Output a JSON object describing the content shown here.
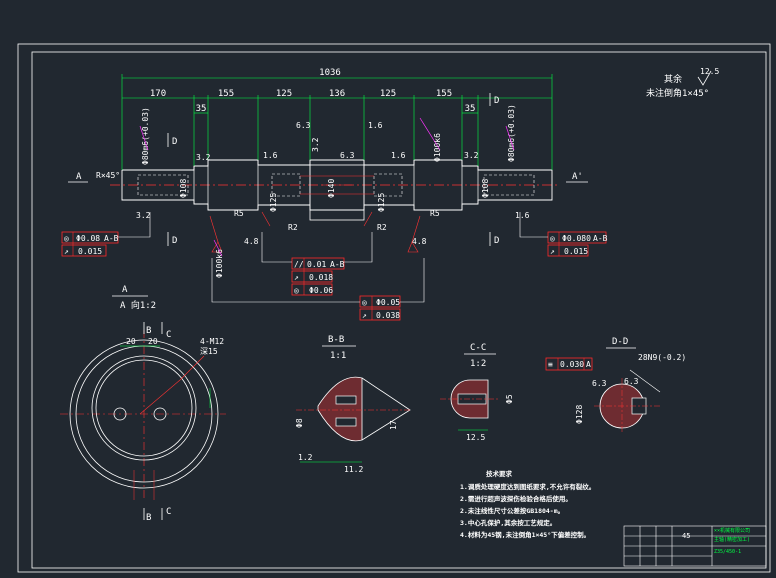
{
  "drawing": {
    "top_dims": [
      "170",
      "155",
      "125",
      "136",
      "125",
      "155"
    ],
    "overall_length": "1036",
    "left_step": "35",
    "right_step": "35",
    "roughness_legend": {
      "remainder": "其余",
      "chamfer_note": "未注倒角",
      "chamfer_value": "1×45°",
      "roughness_symbol": "12.5"
    },
    "chamfer_left": "R×45°",
    "section_labels": {
      "A_left": "A",
      "A_right": "A'",
      "A_view": "A",
      "A_view_scale": "A 向1:2",
      "D": "D",
      "B": "B",
      "C": "C",
      "BB_title": "B-B",
      "BB_scale": "1:1",
      "CC_title": "C-C",
      "CC_scale": "1:2",
      "DD_title": "D-D"
    },
    "vertical_dims_left": [
      "Φ80m6(+0.03)",
      "Φ108",
      "Φ100k6",
      "Φ125"
    ],
    "vertical_dims_right": [
      "Φ80m6(+0.03)",
      "Φ108",
      "Φ125",
      "Φ100k6"
    ],
    "center_dims": [
      "3.2",
      "Φ140"
    ],
    "roughness_marks": [
      "3.2",
      "1.6",
      "6.3",
      "1.6",
      "3.2",
      "6.3",
      "1.6",
      "3.2",
      "1.6"
    ],
    "radius_marks": [
      "R5",
      "R5",
      "R2",
      "R2",
      "4.8",
      "4.8"
    ],
    "tolerance_left": [
      {
        "sym": "◎",
        "val": "Φ0.08",
        "datum": "A-B"
      },
      {
        "sym": "↗",
        "val": "0.015",
        "datum": ""
      }
    ],
    "tolerance_right": [
      {
        "sym": "◎",
        "val": "Φ0.080",
        "datum": "A-B"
      },
      {
        "sym": "↗",
        "val": "0.015",
        "datum": ""
      }
    ],
    "tolerance_center": [
      {
        "sym": "//",
        "val": "0.01",
        "datum": "A-B"
      },
      {
        "sym": "↗",
        "val": "0.018",
        "datum": ""
      },
      {
        "sym": "◎",
        "val": "Φ0.06",
        "datum": ""
      }
    ],
    "tolerance_lower": [
      {
        "sym": "◎",
        "val": "Φ0.05",
        "datum": ""
      },
      {
        "sym": "↗",
        "val": "0.038",
        "datum": ""
      }
    ],
    "a_view": {
      "dim_left": "20",
      "dim_right": "20",
      "hole_note": "4-M12",
      "hole_depth": "深15"
    },
    "bb_dims": [
      "Φ8",
      "17",
      "1.2",
      "11.2"
    ],
    "cc_dims": [
      "Φ5",
      "12.5"
    ],
    "dd_dims": [
      "0.030",
      "28N9(-0.2)",
      "6.3",
      "6.3",
      "Φ128"
    ],
    "dd_tolerance": {
      "sym": "≡",
      "val": "0.030",
      "datum": "A"
    },
    "notes": {
      "title": "技术要求",
      "items": [
        "1.调质处理硬度达到图纸要求,不允许有裂纹。",
        "2.需进行超声波探伤检验合格后使用。",
        "2.未注线性尺寸公差按GB1804-m。",
        "3.中心孔保护,其余按工艺规定。",
        "4.材料为45钢,未注倒角1×45°下偏差控制。"
      ]
    },
    "title_block": {
      "material": "45",
      "drawing_no": "Z35/450-1",
      "part_name": "主轴(精密加工)",
      "company": "××机械有限公司"
    }
  },
  "colors": {
    "bg": "#212830",
    "outline": "#ffffff",
    "dim": "#00ff44",
    "center": "#ff3333",
    "hatch": "#ff3333",
    "tol_box": "#ff2a2a",
    "leader": "#ff33ff"
  }
}
